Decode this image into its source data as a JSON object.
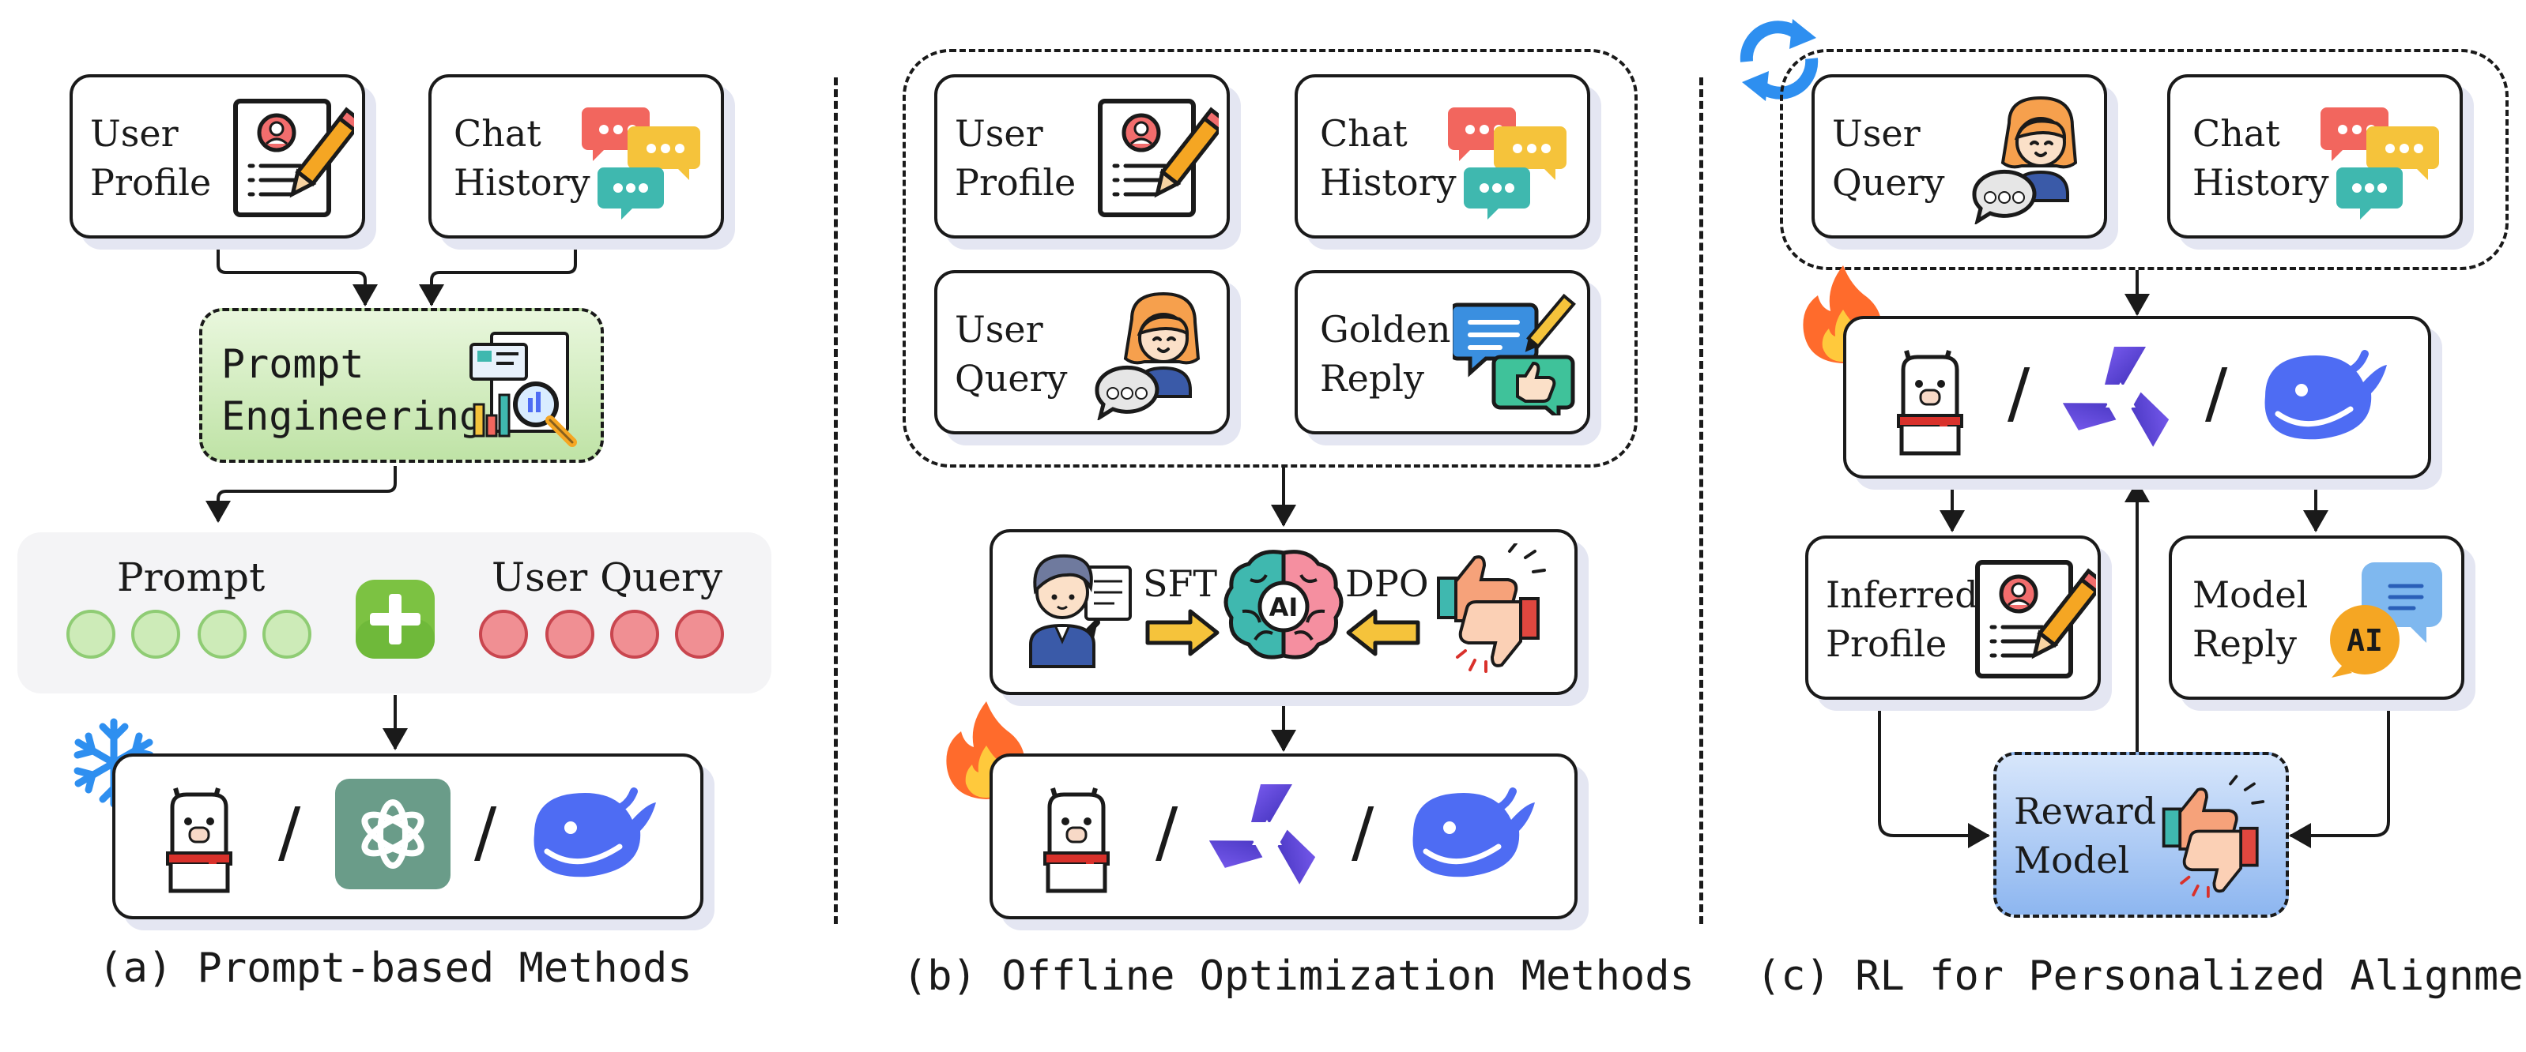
{
  "panel_a": {
    "user_profile": [
      "User",
      "Profile"
    ],
    "chat_history": [
      "Chat",
      "History"
    ],
    "prompt_engineering": [
      "Prompt",
      "Engineering"
    ],
    "prompt_label": "Prompt",
    "user_query_label": "User Query",
    "caption": "(a) Prompt-based Methods"
  },
  "panel_b": {
    "user_profile": [
      "User",
      "Profile"
    ],
    "chat_history": [
      "Chat",
      "History"
    ],
    "user_query": [
      "User",
      "Query"
    ],
    "golden_reply": [
      "Golden",
      "Reply"
    ],
    "sft": "SFT",
    "dpo": "DPO",
    "ai_badge": "AI",
    "caption": "(b) Offline Optimization Methods"
  },
  "panel_c": {
    "user_query": [
      "User",
      "Query"
    ],
    "chat_history": [
      "Chat",
      "History"
    ],
    "inferred_profile": [
      "Inferred",
      "Profile"
    ],
    "model_reply": [
      "Model",
      "Reply"
    ],
    "reward_model": [
      "Reward",
      "Model"
    ],
    "ai_badge": "AI",
    "caption": "(c) RL for Personalized Alignment"
  },
  "slash": "/",
  "colors": {
    "border": "#1a1a1a",
    "shadow": "#e4e6f2",
    "prompt_eng_fill": "#cdeab9",
    "reward_fill": "#a9c8f4",
    "token_green": "#cdebb8",
    "token_red": "#f08f93",
    "plus_green": "#7cc242",
    "deepseek_blue": "#4e6cf3",
    "openai_green": "#6a9c89",
    "snow_blue": "#2e8ff0",
    "flame_orange": "#ff6b2c"
  }
}
